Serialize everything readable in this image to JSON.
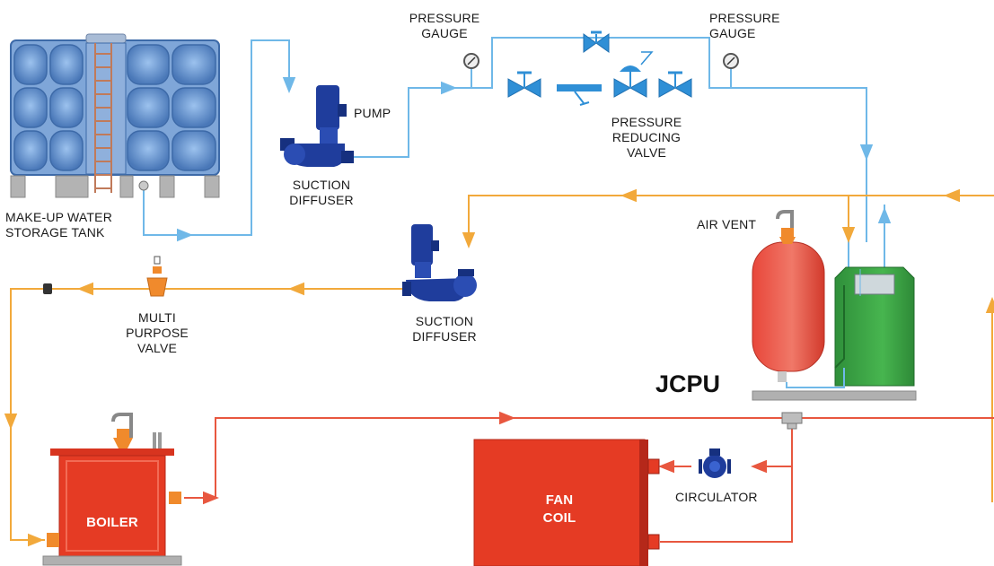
{
  "colors": {
    "water_line": "#6fb8e8",
    "hot_line": "#f2a93b",
    "return_line": "#e8573f",
    "pump_blue": "#1f3d9c",
    "valve_blue": "#2f8fd6",
    "tank_blue": "#5f8fc9",
    "boiler_red": "#e53b24",
    "expansion_red": "#e8584a",
    "jcpu_green": "#3aa844",
    "valve_orange": "#f08a2c"
  },
  "labels": {
    "makeup_tank": [
      "MAKE-UP WATER",
      "STORAGE TANK"
    ],
    "pump": "PUMP",
    "suction_diffuser_top": [
      "SUCTION",
      "DIFFUSER"
    ],
    "pressure_gauge_left": [
      "PRESSURE",
      "GAUGE"
    ],
    "pressure_gauge_right": [
      "PRESSURE",
      "GAUGE"
    ],
    "pressure_reducing_valve": [
      "PRESSURE",
      "REDUCING",
      "VALVE"
    ],
    "air_vent": "AIR VENT",
    "suction_diffuser_mid": [
      "SUCTION",
      "DIFFUSER"
    ],
    "multi_purpose_valve": [
      "MULTI",
      "PURPOSE",
      "VALVE"
    ],
    "jcpu": "JCPU",
    "boiler": "BOILER",
    "fan_coil": [
      "FAN",
      "COIL"
    ],
    "circulator": "CIRCULATOR"
  }
}
